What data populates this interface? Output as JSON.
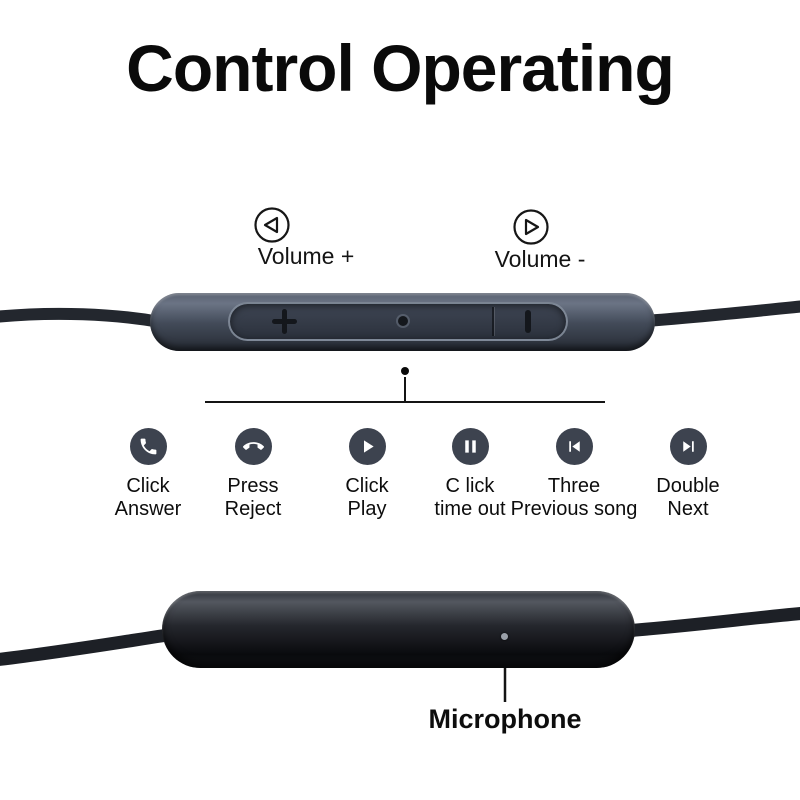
{
  "title": "Control Operating",
  "volume": {
    "plus_label": "Volume +",
    "plus_icon": "triangle-left-outline-icon",
    "minus_label": "Volume -",
    "minus_icon": "triangle-right-outline-icon"
  },
  "remote": {
    "buttons": [
      "volume-up-plus",
      "center-button",
      "volume-down-minus"
    ]
  },
  "functions": [
    {
      "icon": "phone-answer-icon",
      "line1": "Click",
      "line2": "Answer"
    },
    {
      "icon": "phone-reject-icon",
      "line1": "Press",
      "line2": "Reject"
    },
    {
      "icon": "play-icon",
      "line1": "Click",
      "line2": "Play"
    },
    {
      "icon": "pause-icon",
      "line1": "C lick",
      "line2": "time out"
    },
    {
      "icon": "previous-track-icon",
      "line1": "Three",
      "line2": "Previous song"
    },
    {
      "icon": "next-track-icon",
      "line1": "Double",
      "line2": "Next"
    }
  ],
  "microphone": {
    "label": "Microphone"
  },
  "colors": {
    "function_circle": "#3d434f",
    "remote_body_dark": "#262b34",
    "remote_body_light": "#6b7485",
    "mic_body": "#121317",
    "text": "#0d0d0d",
    "background": "#ffffff"
  }
}
